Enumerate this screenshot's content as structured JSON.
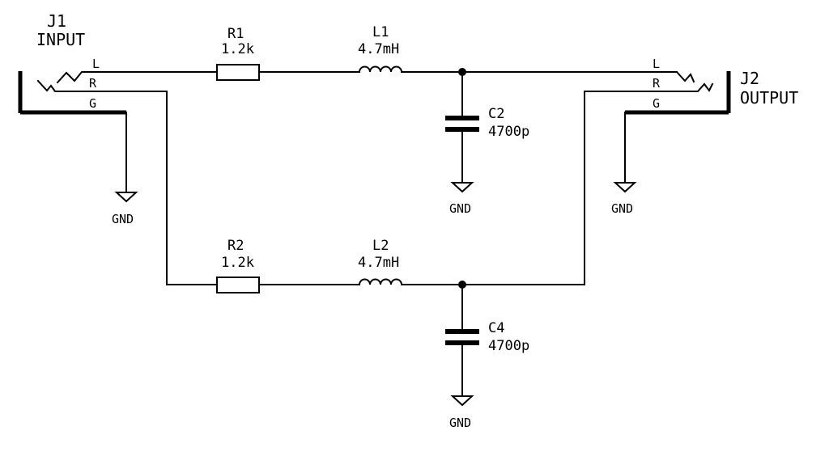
{
  "connectors": {
    "j1": {
      "ref": "J1",
      "name": "INPUT",
      "pins": {
        "l": "L",
        "r": "R",
        "g": "G"
      }
    },
    "j2": {
      "ref": "J2",
      "name": "OUTPUT",
      "pins": {
        "l": "L",
        "r": "R",
        "g": "G"
      }
    }
  },
  "components": {
    "r1": {
      "ref": "R1",
      "value": "1.2k"
    },
    "r2": {
      "ref": "R2",
      "value": "1.2k"
    },
    "l1": {
      "ref": "L1",
      "value": "4.7mH"
    },
    "l2": {
      "ref": "L2",
      "value": "4.7mH"
    },
    "c2": {
      "ref": "C2",
      "value": "4700p"
    },
    "c4": {
      "ref": "C4",
      "value": "4700p"
    }
  },
  "ground": {
    "gnd_j1": "GND",
    "gnd_c2": "GND",
    "gnd_j2": "GND",
    "gnd_c4": "GND"
  }
}
